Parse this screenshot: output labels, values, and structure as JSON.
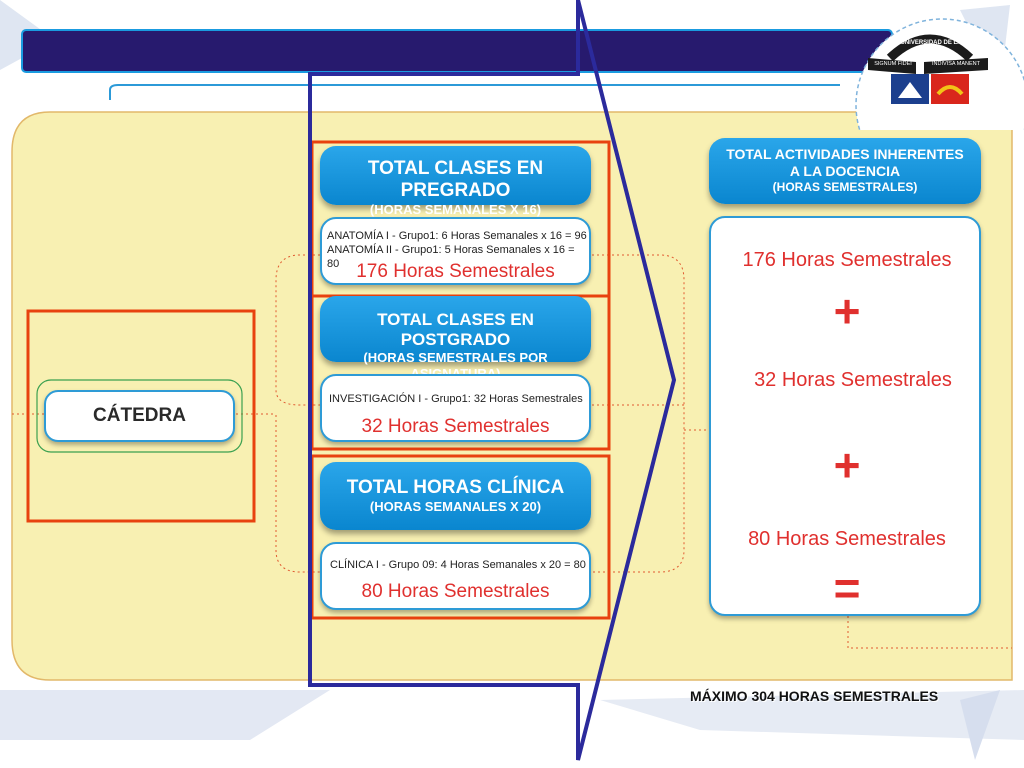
{
  "header": {
    "bar_color": "#271a6e",
    "accent_color": "#e8420f"
  },
  "logo": {
    "text_top": "UNIVERSIDAD DE LA SALLE",
    "text_left": "SIGNUM FIDEI",
    "text_right": "INDIVISA MANENT",
    "icon": "university-seal-icon"
  },
  "catedra": {
    "label": "CÁTEDRA"
  },
  "pregrado": {
    "title": "TOTAL CLASES EN PREGRADO",
    "subtitle": "(HORAS SEMANALES X 16)",
    "lines": [
      "ANATOMÍA I - Grupo1: 6 Horas Semanales x 16 = 96",
      "ANATOMÍA II - Grupo1: 5 Horas Semanales x 16 = 80"
    ],
    "total": "176 Horas Semestrales"
  },
  "postgrado": {
    "title": "TOTAL CLASES EN POSTGRADO",
    "subtitle": "(HORAS SEMESTRALES POR ASIGNATURA)",
    "lines": [
      "INVESTIGACIÓN I - Grupo1: 32 Horas Semestrales"
    ],
    "total": "32 Horas Semestrales"
  },
  "clinica": {
    "title": "TOTAL HORAS CLÍNICA",
    "subtitle": "(HORAS SEMANALES X 20)",
    "lines": [
      "CLÍNICA I - Grupo 09: 4 Horas Semanales x 20 = 80"
    ],
    "total": "80 Horas Semestrales"
  },
  "summary": {
    "title_line1": "TOTAL ACTIVIDADES INHERENTES",
    "title_line2": "A LA DOCENCIA",
    "subtitle": "(HORAS SEMESTRALES)",
    "items": [
      "176 Horas Semestrales",
      "32 Horas Semestrales",
      "80 Horas Semestrales"
    ],
    "plus": "+",
    "equals": "="
  },
  "footer": {
    "maximo": "MÁXIMO 304 HORAS SEMESTRALES"
  }
}
